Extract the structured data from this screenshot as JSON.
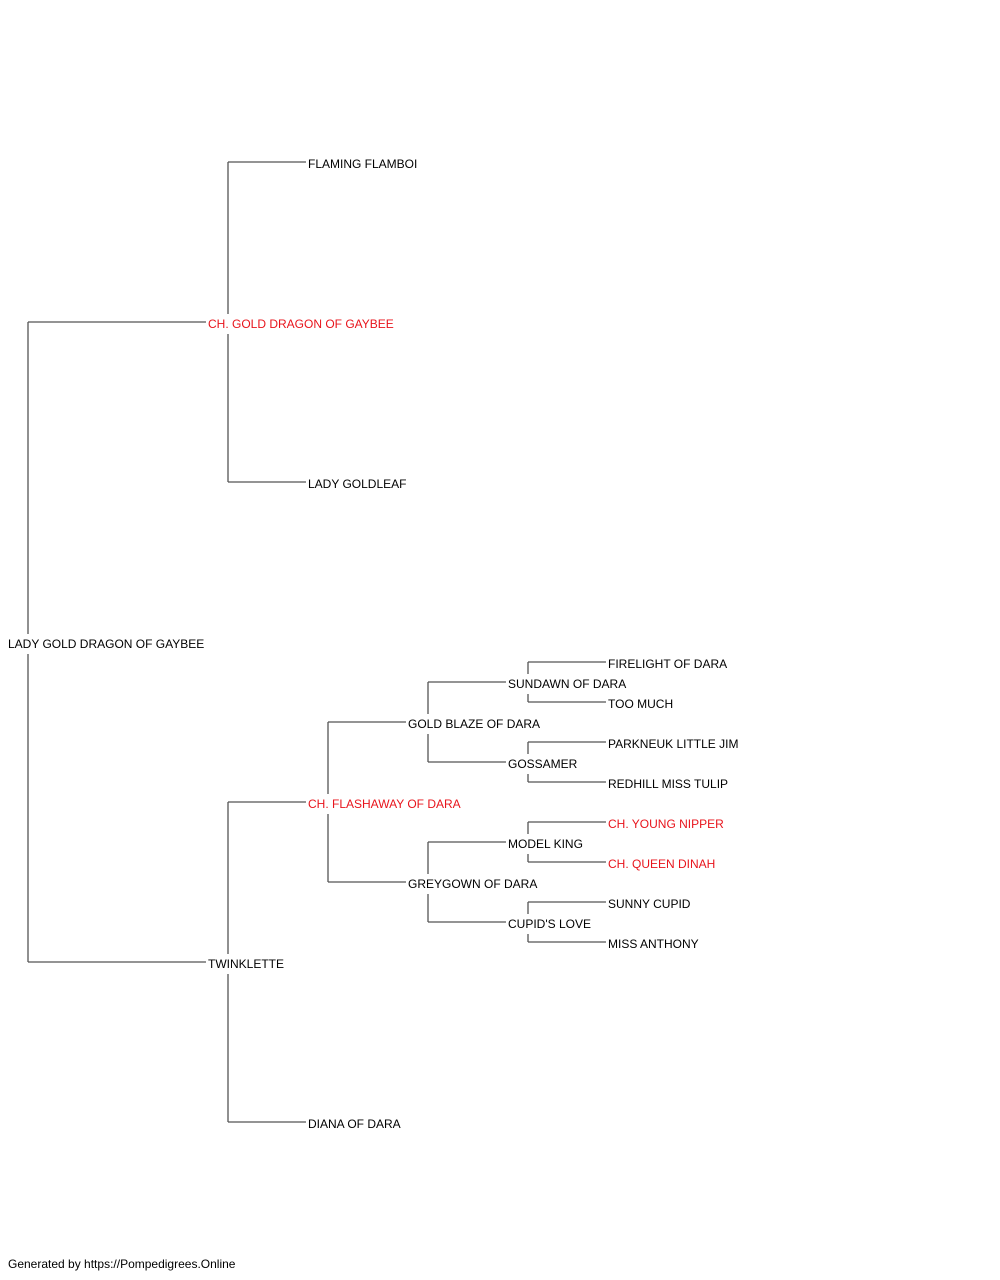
{
  "colors": {
    "champion": "#e8141c",
    "normal": "#000000",
    "line": "#555555"
  },
  "pedigree": [
    {
      "id": "root",
      "label": "LADY GOLD DRAGON OF GAYBEE",
      "champion": false
    },
    {
      "id": "s",
      "label": "CH. GOLD DRAGON OF GAYBEE",
      "champion": true
    },
    {
      "id": "ss",
      "label": "FLAMING FLAMBOI",
      "champion": false
    },
    {
      "id": "sd",
      "label": "LADY GOLDLEAF",
      "champion": false
    },
    {
      "id": "d",
      "label": "TWINKLETTE",
      "champion": false
    },
    {
      "id": "ds",
      "label": "CH. FLASHAWAY OF DARA",
      "champion": true
    },
    {
      "id": "dss",
      "label": "GOLD BLAZE OF DARA",
      "champion": false
    },
    {
      "id": "dsss",
      "label": "SUNDAWN OF DARA",
      "champion": false
    },
    {
      "id": "dssss",
      "label": "FIRELIGHT OF DARA",
      "champion": false
    },
    {
      "id": "dsssd",
      "label": "TOO MUCH",
      "champion": false
    },
    {
      "id": "dssd",
      "label": "GOSSAMER",
      "champion": false
    },
    {
      "id": "dssds",
      "label": "PARKNEUK LITTLE JIM",
      "champion": false
    },
    {
      "id": "dssdd",
      "label": "REDHILL MISS TULIP",
      "champion": false
    },
    {
      "id": "dsd",
      "label": "GREYGOWN OF DARA",
      "champion": false
    },
    {
      "id": "dsds",
      "label": "MODEL KING",
      "champion": false
    },
    {
      "id": "dsdss",
      "label": "CH. YOUNG NIPPER",
      "champion": true
    },
    {
      "id": "dsdsd",
      "label": "CH. QUEEN DINAH",
      "champion": true
    },
    {
      "id": "dsdd",
      "label": "CUPID'S LOVE",
      "champion": false
    },
    {
      "id": "dsdds",
      "label": "SUNNY CUPID",
      "champion": false
    },
    {
      "id": "dsddd",
      "label": "MISS ANTHONY",
      "champion": false
    },
    {
      "id": "dd",
      "label": "DIANA OF DARA",
      "champion": false
    }
  ],
  "footer": "Generated by https://Pompedigrees.Online"
}
